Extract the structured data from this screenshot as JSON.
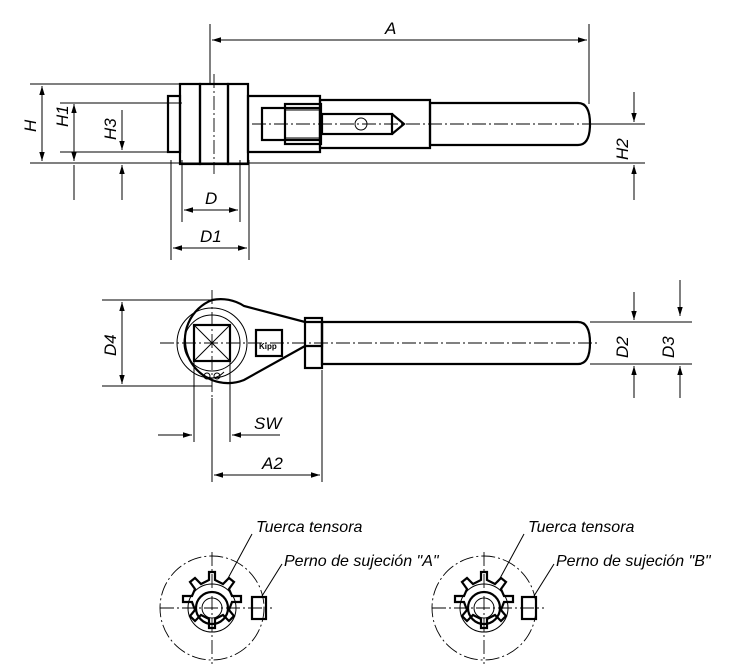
{
  "dimensions": {
    "A": "A",
    "A2": "A2",
    "H": "H",
    "H1": "H1",
    "H2": "H2",
    "H3": "H3",
    "D": "D",
    "D1": "D1",
    "D2": "D2",
    "D3": "D3",
    "D4": "D4",
    "SW": "SW"
  },
  "details": [
    {
      "nut_label": "Tuerca tensora",
      "pin_label": "Perno de sujeción \"A\""
    },
    {
      "nut_label": "Tuerca tensora",
      "pin_label": "Perno de sujeción \"B\""
    }
  ],
  "logo_text": "Kipp"
}
